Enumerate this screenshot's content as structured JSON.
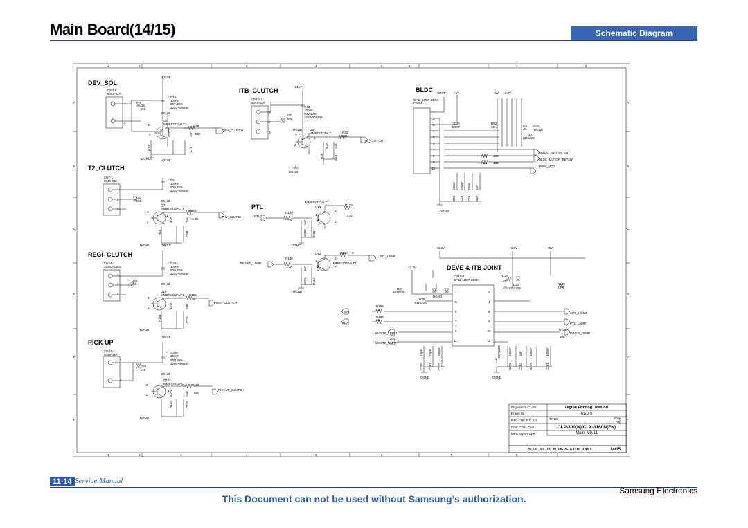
{
  "header": {
    "title": "Main Board(14/15)",
    "badge": "Schematic Diagram"
  },
  "footer": {
    "page_number": "11-14",
    "manual_label": "Service Manual",
    "company": "Samsung Electronics",
    "notice": "This Document can not be used without Samsung’s authorization."
  },
  "frame": {
    "col_labels": [
      "1",
      "2",
      "3",
      "4",
      "5",
      "6",
      "7",
      "8"
    ],
    "row_labels": [
      "A",
      "B",
      "C",
      "D",
      "E",
      "F"
    ]
  },
  "sections": {
    "dev_sol": "DEV_SOL",
    "itb_clutch": "ITB_CLUTCH",
    "bldc": "BLDC",
    "t2_clutch": "T2_CLUTCH",
    "ptl": "PTL",
    "regi_clutch": "REGI_CLUTCH",
    "deve_itb_joint": "DEVE & ITB JOINT",
    "pick_up": "PICK UP"
  },
  "nets": {
    "dev_clutch": "DEV_CLUTCH",
    "itb_clutch": "ITB_CLUTCH",
    "thv_clutch": "THV_CLUTCH",
    "ptl": "PTL",
    "erase_lamp": "ERASE_LAMP",
    "ptl_lamp": "PTL_LAMP",
    "regi_clutch": "REGI_CLUTCH",
    "pickup_clutch": "PICKUP_CLUTCH",
    "bldc_motor_en": "nBLDC_MOTOR_EN",
    "bldc_motor_ready": "BLDC_MOTOR_READY",
    "pwm_mot": "PWM_MOT",
    "scl": "SCL",
    "sda": "SDA",
    "waste_level": "WASTE_LEVEL",
    "waste_empty": "WASTE_EMPTY",
    "nitb_home": "nITB_HOME",
    "inner_temp": "INNER_TEMP",
    "plus24vf": "+24VF",
    "plus5v": "+5V",
    "plus33v": "+3.3V",
    "dgnd": "DGND"
  },
  "dev_sol": {
    "connector": "CN4-1",
    "connector_pn": "5045-02A",
    "cap": "C19",
    "cap_val": "100nF",
    "cap_rating": "50V,10%",
    "cap_pn": "2203-005249",
    "diode": "D8",
    "diode_pn": "M4",
    "transistor": "Q7",
    "transistor_pn": "MMBT2222ALT1",
    "r1": "R46",
    "r1_val": "560",
    "r2": "R37",
    "r2_val": "4.7K",
    "c2": "C76",
    "c2_val": "1nF"
  },
  "itb_clutch": {
    "connector": "CN10-1",
    "connector_pn": "5045-03A",
    "cap": "C43",
    "cap_val": "100nF",
    "cap_rating": "50V,10%",
    "cap_pn": "2203-005249",
    "diode": "D7",
    "diode_pn": "M4",
    "transistor": "Q6",
    "transistor_pn": "MMBT2222ALT1",
    "r1": "R42",
    "r1_val": "1.2K",
    "r2": "R35",
    "r2_val": "4.7K",
    "c2": "C48",
    "c2_val": "1nF"
  },
  "t2_clutch": {
    "connector": "CN7-1",
    "connector_pn": "5045-03A",
    "cap": "C5",
    "cap_val": "100nF",
    "cap_rating": "50V,10%",
    "cap_pn": "2203-005249",
    "diode": "D3",
    "diode_pn": "M4",
    "transistor": "Q3",
    "transistor_pn": "MMBT2222ALT1",
    "r1": "R39",
    "r1_val": "1.2K",
    "r2": "R40",
    "r2_val": "4.7K",
    "c2": "C68",
    "c2_val": "1nF"
  },
  "ptl": {
    "transistor": "Q14",
    "transistor_pn": "MMBT2222ALT1",
    "r_in": "R130",
    "r_in_val": "1.2K",
    "r_load": "R129",
    "r_load_val": "470",
    "c": "C208",
    "c_val": "1nF",
    "r_bias": "R167",
    "r_bias_val": "4.7K"
  },
  "erase": {
    "transistor": "Q13",
    "transistor_pn": "MMBT2222ALT1",
    "r_in": "R140",
    "r_in_val": "1.2K",
    "r_load": "R128",
    "r_load_val": "0",
    "c": "C271",
    "c_val": "1nF",
    "r_bias": "R156",
    "r_bias_val": "4.7K"
  },
  "regi_clutch": {
    "connector": "CN24-1",
    "connector_pn": "35303-0350",
    "cap": "C304",
    "cap_val": "100nF",
    "cap_rating": "50V,10%",
    "cap_pn": "2203-005249",
    "diode": "D34",
    "diode_pn": "M4",
    "transistor": "Q16",
    "transistor_pn": "MMBT2222ALT1",
    "r1": "R155",
    "r1_val": "1.2K",
    "r2": "R151",
    "r2_val": "4.7K",
    "c2": "C220",
    "c2_val": "1nF"
  },
  "pick_up": {
    "connector": "CN23-1",
    "connector_pn": "5045-03A",
    "cap": "C305",
    "cap_val": "100nF",
    "cap_rating": "50V,10%",
    "cap_pn": "2203-005249",
    "diode": "D35",
    "diode_pn": "M4",
    "transistor": "Q10",
    "transistor_pn": "MMBT2222ALT1",
    "r1": "R119",
    "r1_val": "560",
    "r2": "R120",
    "r2_val": "4.7K",
    "c2": "C249",
    "c2_val": "1nF"
  },
  "bldc": {
    "connector": "DF11-10DP-2DSA",
    "connector_ref": "CN3-1",
    "cap": "C11",
    "cap_val": "100nF",
    "r1": "R62",
    "r1_val": "10K",
    "diode": "D3",
    "diode_pn": "KDS226",
    "r2": "R21",
    "r2_val": "100",
    "r3": "R22",
    "r3_val": "100",
    "caps": [
      {
        "ref": "C23",
        "val": "100nF"
      },
      {
        "ref": "C28",
        "val": "100nF"
      },
      {
        "ref": "C26",
        "val": "10nF"
      },
      {
        "ref": "C27",
        "val": "1nF"
      }
    ]
  },
  "deve_itb": {
    "connector": "CN19-1",
    "connector_pn": "DF11-12DP-2DSA",
    "d37": "D37",
    "d37_pn": "KDS226",
    "d38": "D38",
    "d38_pn": "KDS226",
    "d31": "D31",
    "d31_pn": "KDS226",
    "r126": "R126",
    "r126_val": "3K",
    "r126_tol": "1%",
    "r160": "R160",
    "r160_val": "4.7K",
    "r158": "R158",
    "r158_val": "33",
    "r159": "R159",
    "r159_val": "33",
    "r122": "R122",
    "r122_val": "10K",
    "l11": "L11",
    "l11_val": "BKP1608",
    "caps": [
      {
        "ref": "C250",
        "val": "18pF"
      },
      {
        "ref": "C251",
        "val": "18pF"
      },
      {
        "ref": "C272",
        "val": "100nF"
      },
      {
        "ref": "C262",
        "val": "100nF"
      },
      {
        "ref": "C252",
        "val": "1nF"
      },
      {
        "ref": "C279",
        "val": "100nF"
      },
      {
        "ref": "C281",
        "val": "100nF"
      }
    ]
  },
  "title_block": {
    "engineer": "Engineer S.C.LEE",
    "drawn_by": "Drawn by",
    "rd_chk": "R&D CHK S.G.AN",
    "doc_ctrl": "DOC CTRL CHK",
    "mfg_engr": "MFG ENGR CHK",
    "division": "Digital Printing Division",
    "dept": "R&D 5",
    "title_label": "TITLE",
    "size_label": "Size",
    "size_val": "A3",
    "model": "CLP-300(N)/CLX-3160N(FN)",
    "board": "Main_V0.11",
    "sheet_title": "BLDC, CLUTCH, DEVE & ITB JOINT",
    "sheet_no": "14/15"
  }
}
